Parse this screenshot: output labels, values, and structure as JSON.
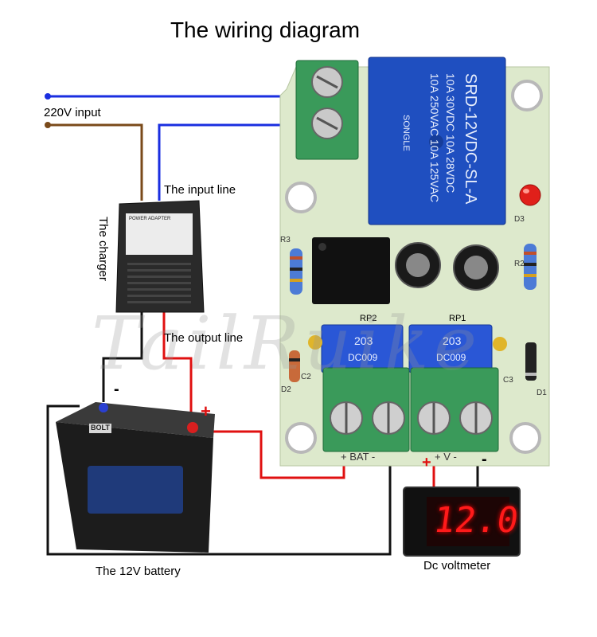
{
  "title": "The wiring diagram",
  "labels": {
    "input_220": "220V input",
    "input_line": "The input line",
    "charger": "The charger",
    "output_line": "The output line",
    "battery": "The 12V battery",
    "voltmeter": "Dc voltmeter"
  },
  "board_text": {
    "relay": [
      "SRD-12VDC-SL-A",
      "10A 30VDC 10A 28VDC",
      "10A 250VAC 10A 125VAC"
    ],
    "relay_brand": "SONGLE",
    "rp2": "RP2",
    "rp1": "RP1",
    "pot_code_1": "203",
    "pot_code_2": "DC009",
    "terminal_bat": "+ BAT -",
    "terminal_v": "+ V -",
    "r3": "R3",
    "r2": "R2",
    "d3": "D3",
    "d2": "D2",
    "d1": "D1",
    "c2": "C2",
    "c3": "C3"
  },
  "charger_label_text": "POWER ADAPTER",
  "battery_brand": "BOLT",
  "voltmeter_reading": "12.0",
  "signs": {
    "plus": "+",
    "minus": "-"
  },
  "watermark": "TailRuike",
  "colors": {
    "blue_wire": "#1a2ee0",
    "brown_wire": "#7a4a1a",
    "red_wire": "#e01010",
    "black_wire": "#111111",
    "board": "#d9e6c6",
    "terminal": "#3a9a5a",
    "relay": "#1f4fc0",
    "led": "#e0201a"
  }
}
